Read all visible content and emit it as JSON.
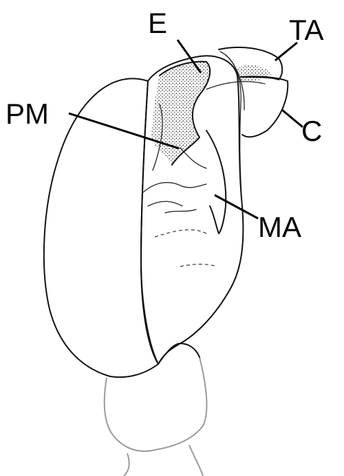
{
  "labels": {
    "e": "E",
    "ta": "TA",
    "pm": "PM",
    "c": "C",
    "ma": "MA"
  },
  "colors": {
    "ink": "#111111",
    "background": "#ffffff",
    "fade": "#9a9a9a"
  }
}
